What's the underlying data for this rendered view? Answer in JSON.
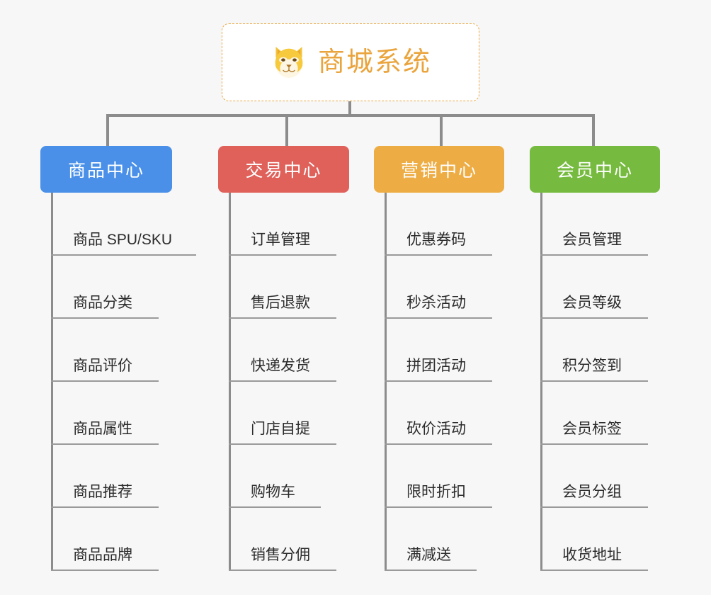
{
  "page": {
    "background_color": "#f7f7f7",
    "line_color": "#8c8c8c",
    "rule_color": "#9a9a9a"
  },
  "root": {
    "title": "商城系统",
    "icon": "shiba-dog-emoji",
    "text_color": "#eaa43c",
    "border_color": "#eaa945",
    "background_color": "#ffffff"
  },
  "columns": [
    {
      "id": "product-center",
      "title": "商品中心",
      "color": "#4a90e8",
      "items": [
        {
          "label": "商品 SPU/SKU",
          "rule_width": 205
        },
        {
          "label": "商品分类",
          "rule_width": 152
        },
        {
          "label": "商品评价",
          "rule_width": 152
        },
        {
          "label": "商品属性",
          "rule_width": 152
        },
        {
          "label": "商品推荐",
          "rule_width": 152
        },
        {
          "label": "商品品牌",
          "rule_width": 152
        }
      ]
    },
    {
      "id": "trade-center",
      "title": "交易中心",
      "color": "#e0605a",
      "items": [
        {
          "label": "订单管理",
          "rule_width": 152
        },
        {
          "label": "售后退款",
          "rule_width": 152
        },
        {
          "label": "快递发货",
          "rule_width": 152
        },
        {
          "label": "门店自提",
          "rule_width": 152
        },
        {
          "label": "购物车",
          "rule_width": 130
        },
        {
          "label": "销售分佣",
          "rule_width": 152
        }
      ]
    },
    {
      "id": "marketing-center",
      "title": "营销中心",
      "color": "#eead44",
      "items": [
        {
          "label": "优惠券码",
          "rule_width": 152
        },
        {
          "label": "秒杀活动",
          "rule_width": 152
        },
        {
          "label": "拼团活动",
          "rule_width": 152
        },
        {
          "label": "砍价活动",
          "rule_width": 152
        },
        {
          "label": "限时折扣",
          "rule_width": 152
        },
        {
          "label": "满减送",
          "rule_width": 130
        }
      ]
    },
    {
      "id": "member-center",
      "title": "会员中心",
      "color": "#76bb40",
      "items": [
        {
          "label": "会员管理",
          "rule_width": 152
        },
        {
          "label": "会员等级",
          "rule_width": 152
        },
        {
          "label": "积分签到",
          "rule_width": 152
        },
        {
          "label": "会员标签",
          "rule_width": 152
        },
        {
          "label": "会员分组",
          "rule_width": 152
        },
        {
          "label": "收货地址",
          "rule_width": 152
        }
      ]
    }
  ]
}
